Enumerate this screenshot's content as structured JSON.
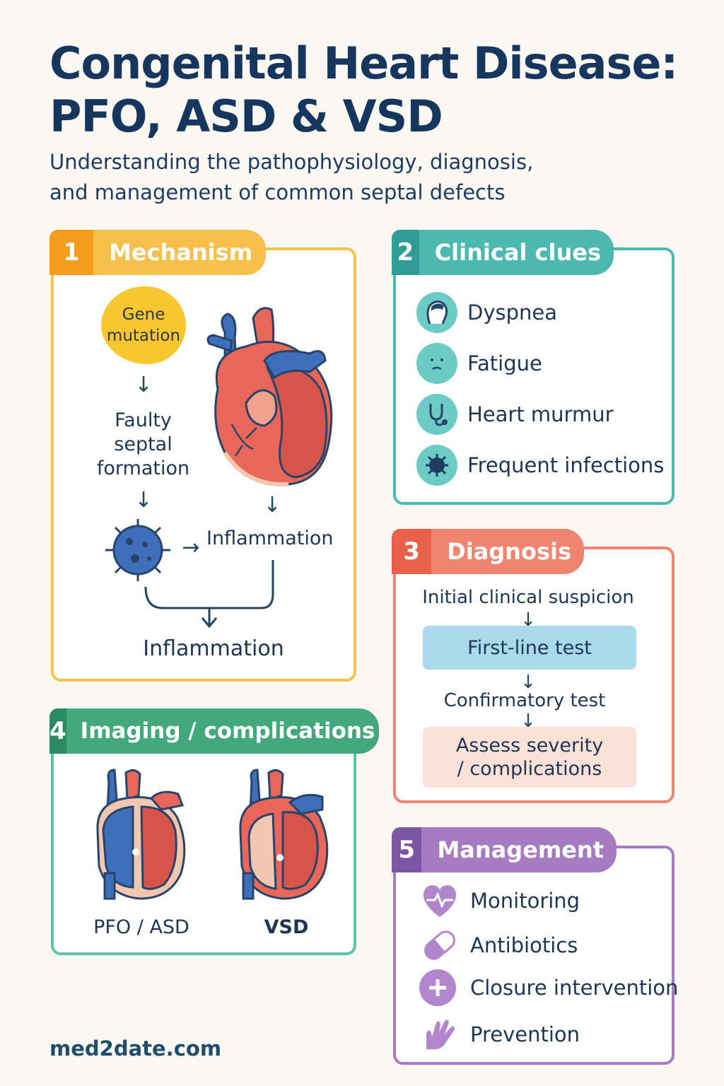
{
  "header": {
    "title_line1": "Congenital Heart Disease:",
    "title_line2": "PFO, ASD & VSD",
    "subtitle_line1": "Understanding the pathophysiology, diagnosis,",
    "subtitle_line2": "and management of common septal defects"
  },
  "colors": {
    "mechanism": "#f5c24a",
    "clinical": "#4db8b0",
    "diagnosis": "#ef8470",
    "imaging": "#3f9e7c",
    "management": "#a77bc1"
  },
  "mechanism": {
    "num": "1",
    "title": "Mechanism",
    "gene_mutation_l1": "Gene",
    "gene_mutation_l2": "mutation",
    "faulty_l1": "Faulty",
    "faulty_l2": "septal",
    "faulty_l3": "formation",
    "inflammation_right": "Inflammation",
    "inflammation_bottom": "Inflammation",
    "icons": [
      "heart-icon",
      "pathogen-icon"
    ]
  },
  "clinical": {
    "num": "2",
    "title": "Clinical clues",
    "items": [
      {
        "label": "Dyspnea",
        "icon": "head-icon"
      },
      {
        "label": "Fatigue",
        "icon": "tired-face-icon"
      },
      {
        "label": "Heart murmur",
        "icon": "stethoscope-icon"
      },
      {
        "label": "Frequent infections",
        "icon": "germ-icon"
      }
    ]
  },
  "diagnosis": {
    "num": "3",
    "title": "Diagnosis",
    "step1": "Initial clinical suspicion",
    "step2": "First-line test",
    "step3": "Confirmatory test",
    "step4_l1": "Assess severity",
    "step4_l2": "/ complications"
  },
  "imaging": {
    "num": "4",
    "title": "Imaging / complications",
    "left_label": "PFO / ASD",
    "right_label": "VSD"
  },
  "management": {
    "num": "5",
    "title": "Management",
    "items": [
      {
        "label": "Monitoring",
        "icon": "heart-monitor-icon"
      },
      {
        "label": "Antibiotics",
        "icon": "pill-icon"
      },
      {
        "label": "Closure intervention",
        "icon": "plus-icon"
      },
      {
        "label": "Prevention",
        "icon": "hand-icon"
      }
    ]
  },
  "footer": {
    "site": "med2date.com"
  }
}
